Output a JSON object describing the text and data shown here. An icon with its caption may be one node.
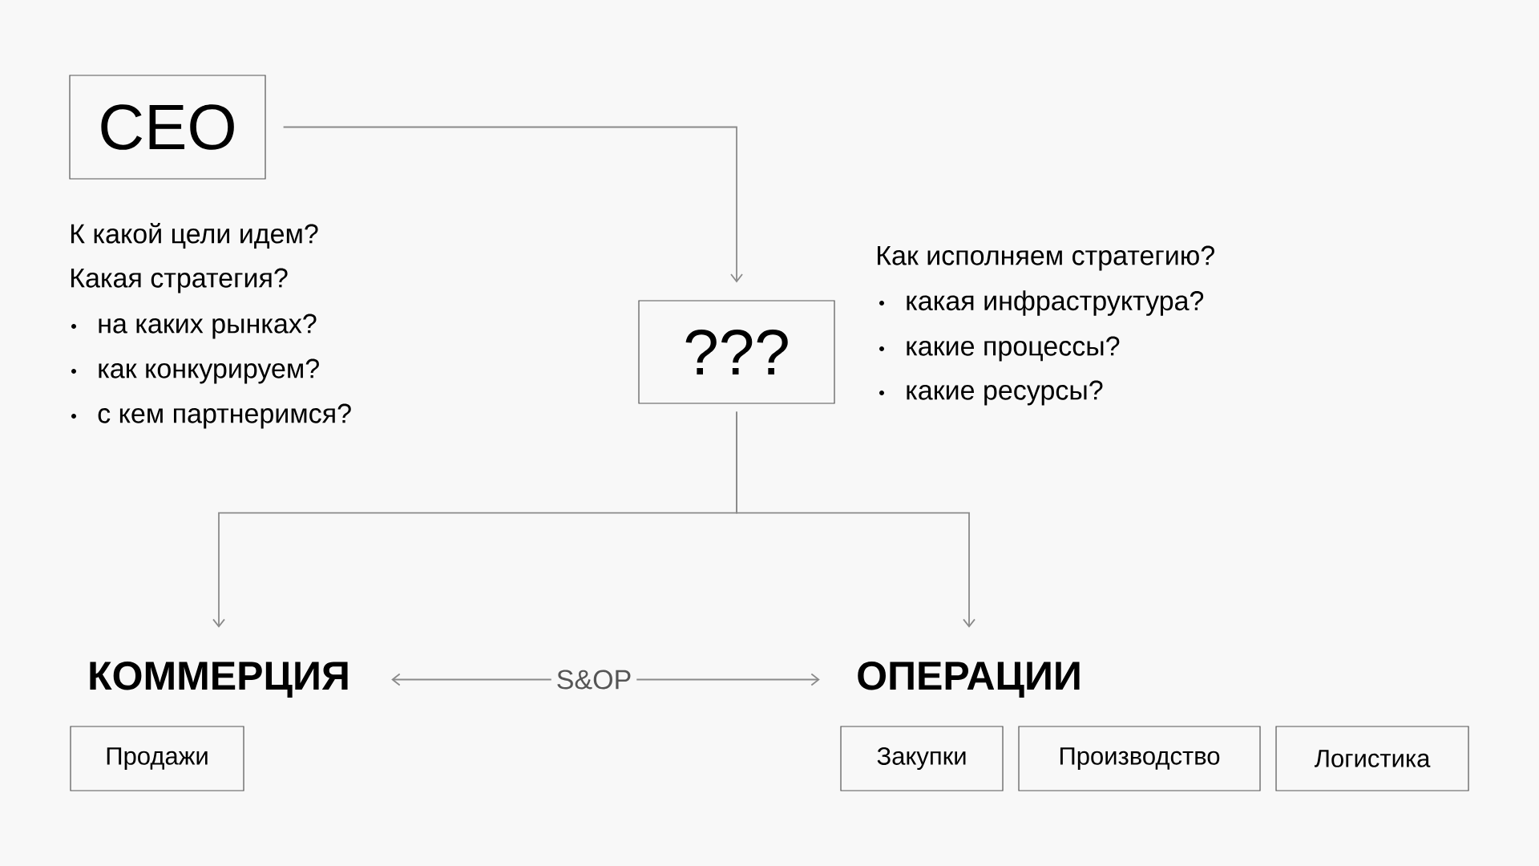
{
  "diagram": {
    "nodes": [
      {
        "text": [
          "CEO"
        ]
      },
      {
        "text": [
          "???"
        ]
      },
      {
        "text": [
          "КОММЕРЦИЯ"
        ]
      },
      {
        "text": [
          "ОПЕРАЦИИ"
        ]
      },
      {
        "text": [
          "Продажи"
        ]
      },
      {
        "text": [
          "Закупки"
        ]
      },
      {
        "text": [
          "Производство"
        ]
      },
      {
        "text": [
          "Логистика"
        ]
      }
    ],
    "edges": [
      {
        "from": 0,
        "to": 1,
        "arrow": "to"
      },
      {
        "from": 1,
        "to": 2,
        "arrow": "to"
      },
      {
        "from": 1,
        "to": 3,
        "arrow": "to"
      },
      {
        "from": 2,
        "to": 3,
        "arrow": "both",
        "label": "S&OP"
      }
    ],
    "labels": [
      "К какой цели идем?",
      "Какая стратегия?",
      "на каких рынках?",
      "как конкурируем?",
      "с кем партнеримся?",
      "Как исполняем стратегию?",
      "какая инфраструктура?",
      "какие процессы?",
      "какие ресурсы?"
    ]
  }
}
